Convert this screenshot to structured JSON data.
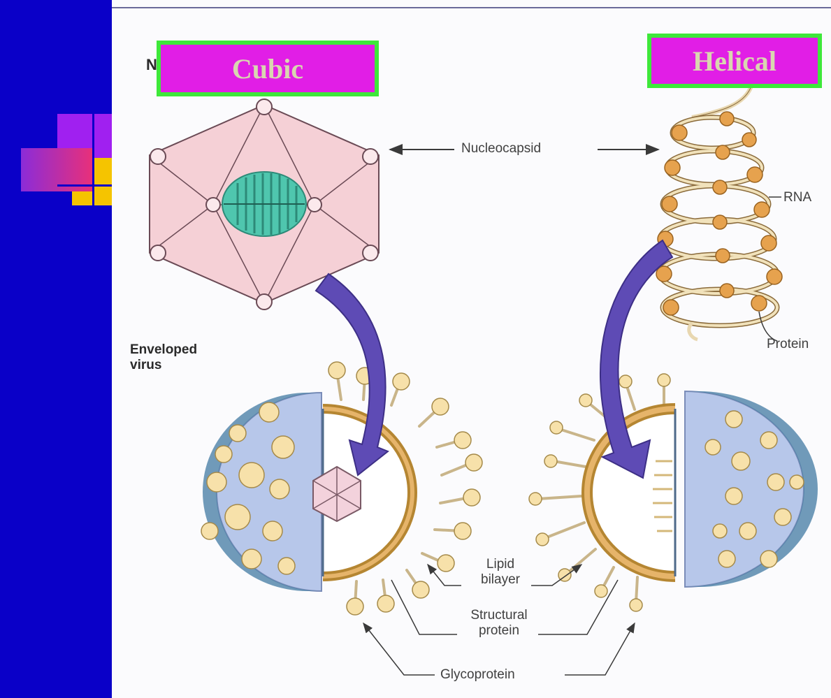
{
  "tags": {
    "cubic": "Cubic",
    "helical": "Helical"
  },
  "title_fragment": "N",
  "labels": {
    "nucleocapsid": "Nucleocapsid",
    "rna": "RNA",
    "protein": "Protein",
    "enveloped_virus": "Enveloped virus",
    "lipid_bilayer": "Lipid bilayer",
    "structural_protein": "Structural protein",
    "glycoprotein": "Glycoprotein"
  },
  "colors": {
    "sidebar": "#0a00c8",
    "tag_fill": "#e11ee6",
    "tag_border": "#3ee83a",
    "tag_text": "#d9d6b0",
    "capsid_fill": "#f5d0d6",
    "nucleic": "#4fc6ae",
    "envelope": "#b7c7ea",
    "spike": "#f7e1aa",
    "arrow": "#5e4bb5"
  }
}
